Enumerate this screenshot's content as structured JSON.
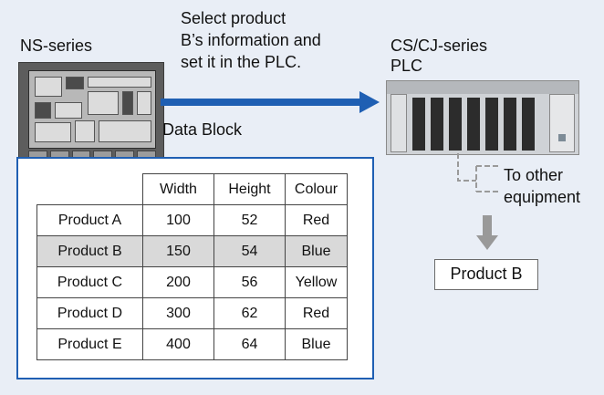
{
  "labels": {
    "ns_series": "NS-series",
    "instruction_line1": "Select product",
    "instruction_line2": "B’s information and",
    "instruction_line3": "set it in the PLC.",
    "data_block": "Data Block",
    "plc_line1": "CS/CJ-series",
    "plc_line2": "PLC",
    "other_line1": "To other",
    "other_line2": "equipment",
    "result_box": "Product B"
  },
  "colors": {
    "arrow": "#1f5fb3",
    "block_border": "#1f5fb3",
    "highlight_row": "#d9d9d9",
    "panel_bg": "#e9eef6"
  },
  "table": {
    "headers": [
      "Width",
      "Height",
      "Colour"
    ],
    "highlighted_row": 1,
    "rows": [
      {
        "name": "Product A",
        "width": "100",
        "height": "52",
        "colour": "Red"
      },
      {
        "name": "Product B",
        "width": "150",
        "height": "54",
        "colour": "Blue"
      },
      {
        "name": "Product C",
        "width": "200",
        "height": "56",
        "colour": "Yellow"
      },
      {
        "name": "Product D",
        "width": "300",
        "height": "62",
        "colour": "Red"
      },
      {
        "name": "Product E",
        "width": "400",
        "height": "64",
        "colour": "Blue"
      }
    ]
  }
}
